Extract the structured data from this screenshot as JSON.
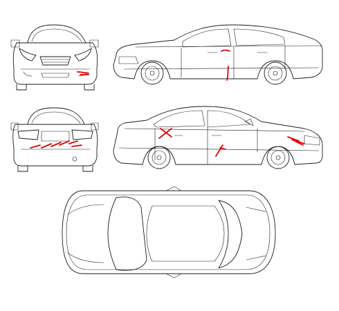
{
  "colors": {
    "line": "#1a1a1a",
    "damage": "#e00000",
    "background": "#ffffff"
  },
  "views": [
    "front-view",
    "left-side-view",
    "rear-view",
    "right-side-view",
    "top-view"
  ],
  "damage_marks": [
    {
      "view": "front-view",
      "shape": "scratch"
    },
    {
      "view": "left-side-view",
      "shape": "scratch"
    },
    {
      "view": "left-side-view",
      "shape": "scratch"
    },
    {
      "view": "rear-view",
      "shape": "scratch-cluster"
    },
    {
      "view": "right-side-view",
      "shape": "cross"
    },
    {
      "view": "right-side-view",
      "shape": "cross"
    },
    {
      "view": "right-side-view",
      "shape": "scratch"
    }
  ]
}
